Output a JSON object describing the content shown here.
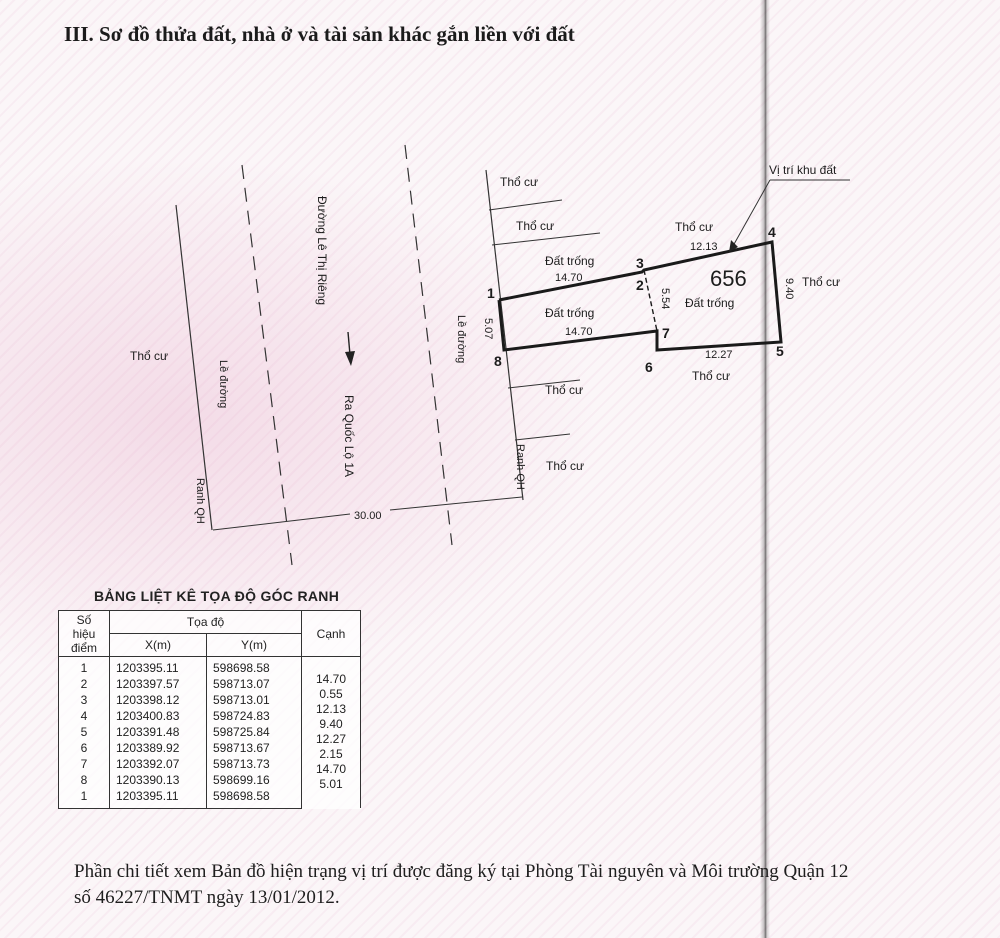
{
  "heading": "III. Sơ đồ thửa đất, nhà ở và tài sản khác gắn liền với đất",
  "map": {
    "parcel_number": "656",
    "location_label": "Vị trí khu đất",
    "street_name": "Đường Lê Thị Riêng",
    "direction_label": "Ra Quốc Lộ 1A",
    "road_edge_left": "Lề đường",
    "road_edge_right": "Lề đường",
    "planning_line_left": "Ranh QH",
    "planning_line_right": "Ranh QH",
    "road_width": "30.00",
    "neighbors": {
      "top_1": "Thổ cư",
      "top_2": "Thổ cư",
      "top_3": "Thổ cư",
      "right": "Thổ cư",
      "left": "Thổ cư",
      "bottom_1": "Thổ cư",
      "bottom_2": "Thổ cư",
      "bottom_right": "Thổ cư"
    },
    "vacant_upper": "Đất trống",
    "vacant_lower": "Đất trống",
    "vacant_main": "Đất trống",
    "points": {
      "p1": "1",
      "p2": "2",
      "p3": "3",
      "p4": "4",
      "p5": "5",
      "p6": "6",
      "p7": "7",
      "p8": "8"
    },
    "edges": {
      "e_1_2": "14.70",
      "e_8_7": "14.70",
      "e_3_4": "12.13",
      "e_6_5": "12.27",
      "e_4_5": "9.40",
      "e_2_7": "5.54",
      "e_1_8": "5.07"
    }
  },
  "table": {
    "title": "BẢNG LIỆT KÊ TỌA ĐỘ GÓC RANH",
    "headers": {
      "point_no": "Số hiệu",
      "point_no_2": "điểm",
      "coordinates": "Tọa độ",
      "x": "X(m)",
      "y": "Y(m)",
      "edge": "Cạnh"
    },
    "rows": [
      {
        "id": "1",
        "x": "1203395.11",
        "y": "598698.58"
      },
      {
        "id": "2",
        "x": "1203397.57",
        "y": "598713.07"
      },
      {
        "id": "3",
        "x": "1203398.12",
        "y": "598713.01"
      },
      {
        "id": "4",
        "x": "1203400.83",
        "y": "598724.83"
      },
      {
        "id": "5",
        "x": "1203391.48",
        "y": "598725.84"
      },
      {
        "id": "6",
        "x": "1203389.92",
        "y": "598713.67"
      },
      {
        "id": "7",
        "x": "1203392.07",
        "y": "598713.73"
      },
      {
        "id": "8",
        "x": "1203390.13",
        "y": "598699.16"
      },
      {
        "id": "1",
        "x": "1203395.11",
        "y": "598698.58"
      }
    ],
    "edges": [
      "14.70",
      "0.55",
      "12.13",
      "9.40",
      "12.27",
      "2.15",
      "14.70",
      "5.01"
    ]
  },
  "footnote": "Phần chi tiết xem Bản đồ hiện trạng vị trí được đăng ký tại Phòng Tài nguyên và Môi trường Quận 12 số 46227/TNMT ngày 13/01/2012."
}
